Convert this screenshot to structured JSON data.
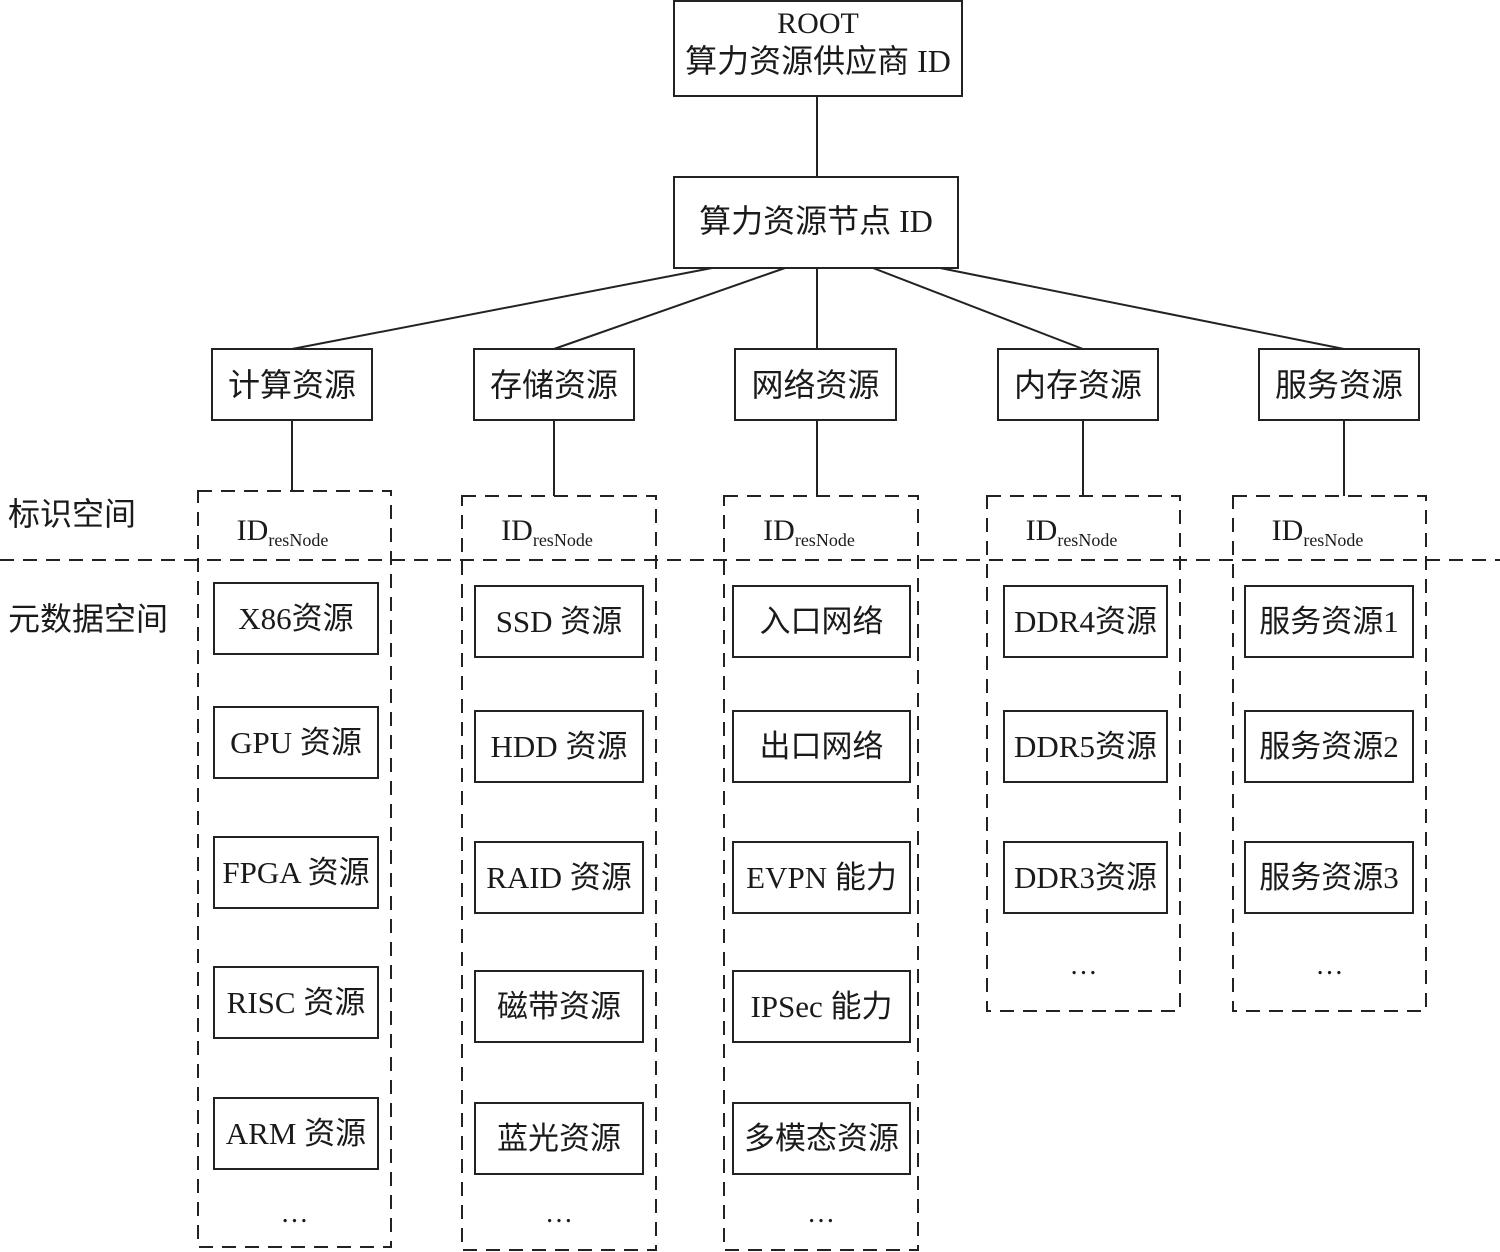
{
  "root": {
    "line1": "ROOT",
    "line2": "算力资源供应商 ID"
  },
  "node": {
    "label": "算力资源节点 ID"
  },
  "space_labels": {
    "identifier": "标识空间",
    "metadata": "元数据空间"
  },
  "id_label": {
    "main": "ID",
    "sub": "resNode"
  },
  "categories": [
    {
      "label": "计算资源",
      "items": [
        "X86资源",
        "GPU 资源",
        "FPGA 资源",
        "RISC 资源",
        "ARM 资源"
      ],
      "ellipsis": "…"
    },
    {
      "label": "存储资源",
      "items": [
        "SSD 资源",
        "HDD 资源",
        "RAID 资源",
        "磁带资源",
        "蓝光资源"
      ],
      "ellipsis": "…"
    },
    {
      "label": "网络资源",
      "items": [
        "入口网络",
        "出口网络",
        "EVPN 能力",
        "IPSec 能力",
        "多模态资源"
      ],
      "ellipsis": "…"
    },
    {
      "label": "内存资源",
      "items": [
        "DDR4资源",
        "DDR5资源",
        "DDR3资源"
      ],
      "ellipsis": "…"
    },
    {
      "label": "服务资源",
      "items": [
        "服务资源1",
        "服务资源2",
        "服务资源3"
      ],
      "ellipsis": "…"
    }
  ]
}
